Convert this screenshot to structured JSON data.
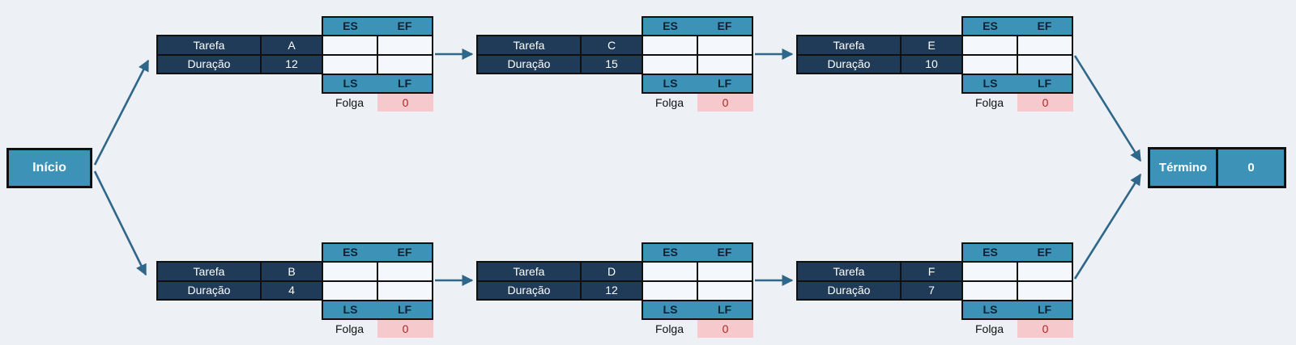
{
  "diagram_type": "pert-cpm-network",
  "start_node": {
    "label": "Início"
  },
  "end_node": {
    "label": "Término",
    "value": "0"
  },
  "field_labels": {
    "task": "Tarefa",
    "duration": "Duração",
    "early_start": "ES",
    "early_finish": "EF",
    "late_start": "LS",
    "late_finish": "LF",
    "slack": "Folga"
  },
  "tasks": [
    {
      "name": "A",
      "duration": "12",
      "es": "",
      "ef": "",
      "ls": "",
      "lf": "",
      "slack": "0",
      "row": "top"
    },
    {
      "name": "C",
      "duration": "15",
      "es": "",
      "ef": "",
      "ls": "",
      "lf": "",
      "slack": "0",
      "row": "top"
    },
    {
      "name": "E",
      "duration": "10",
      "es": "",
      "ef": "",
      "ls": "",
      "lf": "",
      "slack": "0",
      "row": "top"
    },
    {
      "name": "B",
      "duration": "4",
      "es": "",
      "ef": "",
      "ls": "",
      "lf": "",
      "slack": "0",
      "row": "bottom"
    },
    {
      "name": "D",
      "duration": "12",
      "es": "",
      "ef": "",
      "ls": "",
      "lf": "",
      "slack": "0",
      "row": "bottom"
    },
    {
      "name": "F",
      "duration": "7",
      "es": "",
      "ef": "",
      "ls": "",
      "lf": "",
      "slack": "0",
      "row": "bottom"
    }
  ],
  "connections": [
    {
      "from": "Início",
      "to": "A"
    },
    {
      "from": "Início",
      "to": "B"
    },
    {
      "from": "A",
      "to": "C"
    },
    {
      "from": "C",
      "to": "E"
    },
    {
      "from": "E",
      "to": "Término"
    },
    {
      "from": "B",
      "to": "D"
    },
    {
      "from": "D",
      "to": "F"
    },
    {
      "from": "F",
      "to": "Término"
    }
  ],
  "colors": {
    "background": "#EDF0F5",
    "navy_fill": "#1F3B57",
    "teal_fill": "#3D93B7",
    "arrow": "#2F678A",
    "slack_bg": "#F6CACC",
    "slack_text": "#B02428",
    "cell_bg": "#F4F7FB",
    "border": "#101010"
  }
}
